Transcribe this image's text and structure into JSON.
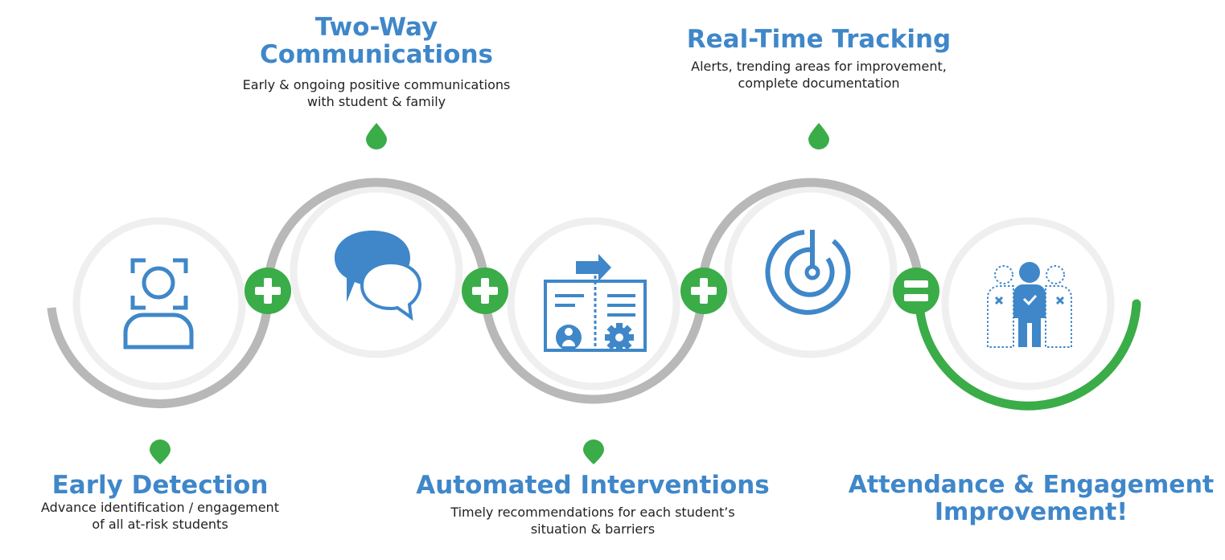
{
  "colors": {
    "blue": "#3f87c9",
    "green": "#3aac48",
    "gray_track": "#b8b8b8",
    "light_ring": "#efefef",
    "text": "#222222"
  },
  "steps": [
    {
      "id": "early-detection",
      "title": "Early Detection",
      "description_lines": [
        "Advance identification / engagement",
        "of all at-risk students"
      ],
      "icon": "user-scan-icon"
    },
    {
      "id": "two-way-communications",
      "title_lines": [
        "Two-Way",
        "Communications"
      ],
      "description_lines": [
        "Early & ongoing positive communications",
        "with student & family"
      ],
      "icon": "chat-bubbles-icon"
    },
    {
      "id": "automated-interventions",
      "title": "Automated Interventions",
      "description_lines": [
        "Timely recommendations for each student’s",
        "situation & barriers"
      ],
      "icon": "process-document-icon"
    },
    {
      "id": "real-time-tracking",
      "title": "Real-Time Tracking",
      "description_lines": [
        "Alerts, trending areas for improvement,",
        "complete documentation"
      ],
      "icon": "radar-icon"
    },
    {
      "id": "attendance-engagement",
      "title_lines": [
        "Attendance & Engagement",
        "Improvement!"
      ],
      "icon": "selected-person-icon"
    }
  ],
  "operators": [
    {
      "symbol": "plus",
      "icon": "plus-icon"
    },
    {
      "symbol": "plus",
      "icon": "plus-icon"
    },
    {
      "symbol": "plus",
      "icon": "plus-icon"
    },
    {
      "symbol": "equals",
      "icon": "equals-icon"
    }
  ]
}
